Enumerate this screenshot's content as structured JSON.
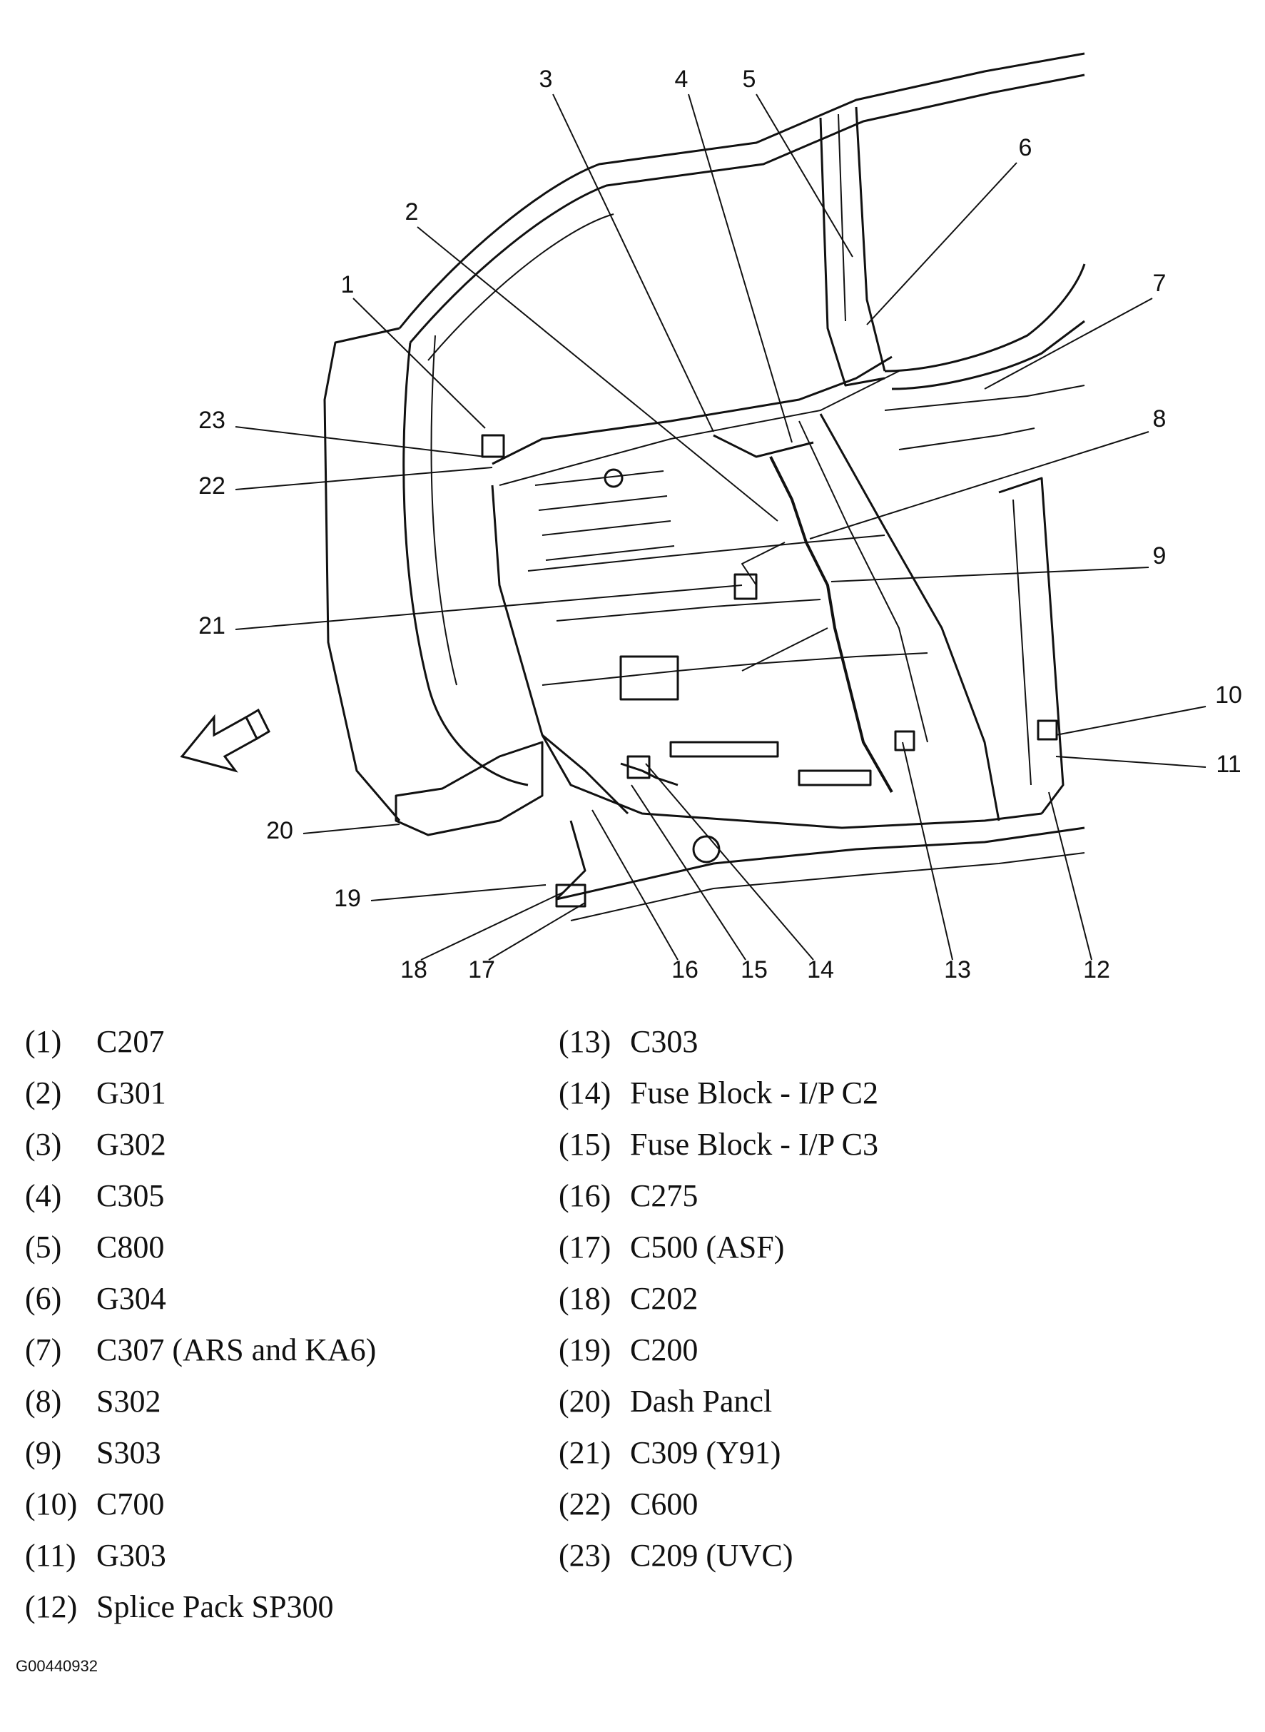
{
  "callouts": [
    {
      "n": "1"
    },
    {
      "n": "2"
    },
    {
      "n": "3"
    },
    {
      "n": "4"
    },
    {
      "n": "5"
    },
    {
      "n": "6"
    },
    {
      "n": "7"
    },
    {
      "n": "8"
    },
    {
      "n": "9"
    },
    {
      "n": "10"
    },
    {
      "n": "11"
    },
    {
      "n": "12"
    },
    {
      "n": "13"
    },
    {
      "n": "14"
    },
    {
      "n": "15"
    },
    {
      "n": "16"
    },
    {
      "n": "17"
    },
    {
      "n": "18"
    },
    {
      "n": "19"
    },
    {
      "n": "20"
    },
    {
      "n": "21"
    },
    {
      "n": "22"
    },
    {
      "n": "23"
    }
  ],
  "legend": [
    {
      "num": "(1)",
      "label": "C207"
    },
    {
      "num": "(2)",
      "label": "G301"
    },
    {
      "num": "(3)",
      "label": "G302"
    },
    {
      "num": "(4)",
      "label": "C305"
    },
    {
      "num": "(5)",
      "label": "C800"
    },
    {
      "num": "(6)",
      "label": "G304"
    },
    {
      "num": "(7)",
      "label": "C307 (ARS and KA6)"
    },
    {
      "num": "(8)",
      "label": "S302"
    },
    {
      "num": "(9)",
      "label": "S303"
    },
    {
      "num": "(10)",
      "label": "C700"
    },
    {
      "num": "(11)",
      "label": "G303"
    },
    {
      "num": "(12)",
      "label": "Splice Pack SP300"
    },
    {
      "num": "(13)",
      "label": "C303"
    },
    {
      "num": "(14)",
      "label": "Fuse Block - I/P C2"
    },
    {
      "num": "(15)",
      "label": "Fuse Block - I/P C3"
    },
    {
      "num": "(16)",
      "label": "C275"
    },
    {
      "num": "(17)",
      "label": "C500 (ASF)"
    },
    {
      "num": "(18)",
      "label": "C202"
    },
    {
      "num": "(19)",
      "label": "C200"
    },
    {
      "num": "(20)",
      "label": "Dash Pancl"
    },
    {
      "num": "(21)",
      "label": "C309 (Y91)"
    },
    {
      "num": "(22)",
      "label": "C600"
    },
    {
      "num": "(23)",
      "label": "C209 (UVC)"
    }
  ],
  "figure_id": "G00440932",
  "colors": {
    "ink": "#111111",
    "background": "#ffffff"
  }
}
